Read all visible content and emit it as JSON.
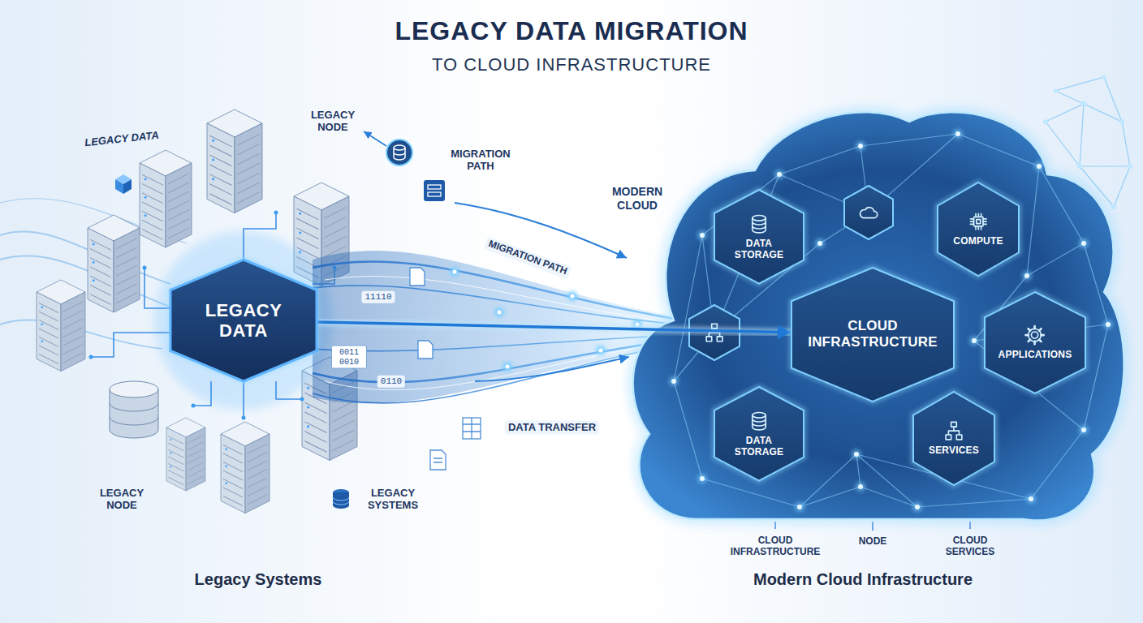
{
  "diagram": {
    "title": "LEGACY DATA MIGRATION",
    "nodes": [
      {
        "text": [
          "LEGACY DATA"
        ]
      },
      {
        "text": [
          "MODERN CLOUD"
        ]
      },
      {
        "text": [
          "DATA STORAGE"
        ],
        "in": 1
      },
      {
        "text": [
          "COMPUTE"
        ],
        "in": 1
      },
      {
        "text": [
          "CLOUD INFRASTRUCTURE"
        ],
        "in": 1
      },
      {
        "text": [
          "DATA STORAGE"
        ],
        "in": 1
      },
      {
        "text": [
          "SERVICES"
        ],
        "in": 1
      },
      {
        "text": [
          "APPLICATIONS"
        ],
        "in": 1
      }
    ],
    "edges": [
      {
        "from": 0,
        "to": 4,
        "arrow": "to"
      }
    ],
    "labels": [
      "TO CLOUD INFRASTRUCTURE",
      "LEGACY DATA",
      "LEGACY NODE",
      "MIGRATION PATH",
      "MIGRATION PATH",
      "DATA TRANSFER",
      "11110",
      "0011 0010",
      "0110",
      "LEGACY NODE",
      "LEGACY SYSTEMS",
      "CLOUD INFRASTRUCTURE",
      "NODE",
      "CLOUD SERVICES",
      "Legacy Systems",
      "Modern Cloud Infrastructure"
    ]
  }
}
